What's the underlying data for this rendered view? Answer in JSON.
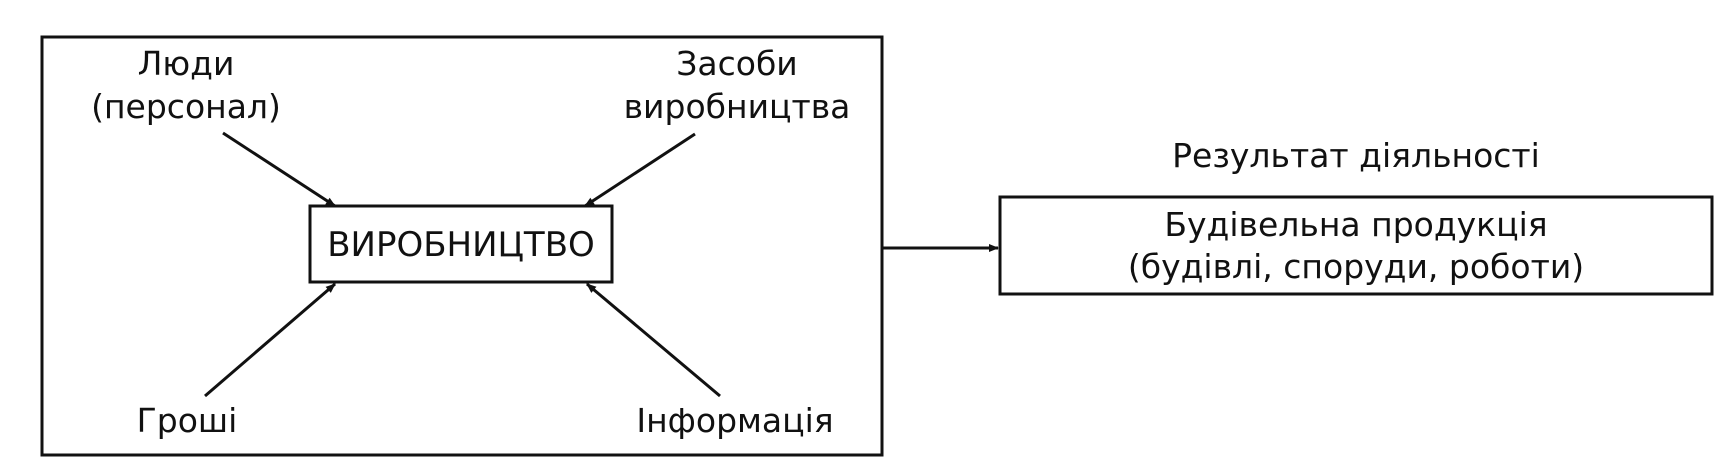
{
  "diagram": {
    "inputs": {
      "people": {
        "line1": "Люди",
        "line2": "(персонал)"
      },
      "means": {
        "line1": "Засоби",
        "line2": "виробництва"
      },
      "money": "Гроші",
      "information": "Інформація"
    },
    "center": "ВИРОБНИЦТВО",
    "result": {
      "caption": "Результат діяльності",
      "line1": "Будівельна продукція",
      "line2": "(будівлі, споруди, роботи)"
    },
    "colors": {
      "stroke": "#111111",
      "background": "#ffffff"
    }
  }
}
